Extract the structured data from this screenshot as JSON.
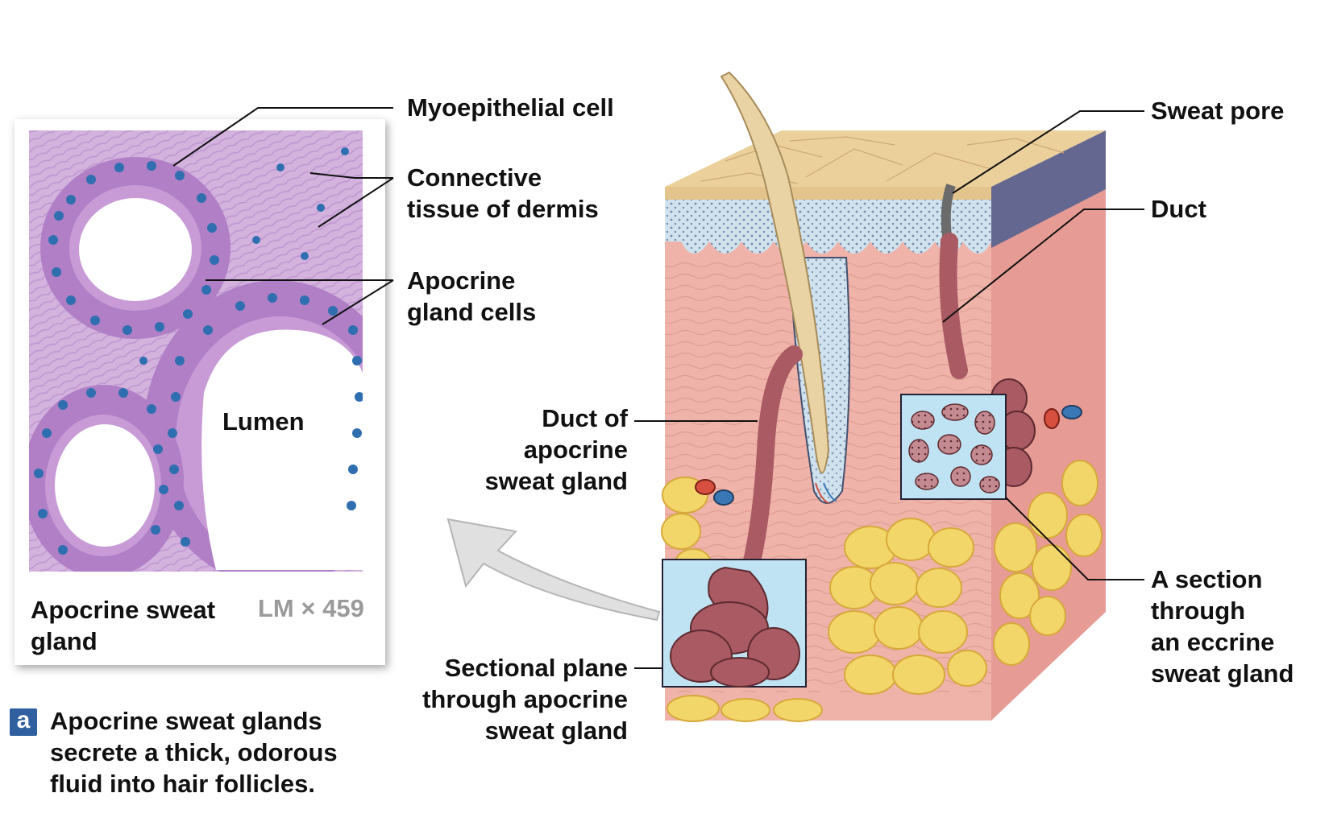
{
  "labels": {
    "myoepithelial": "Myoepithelial cell",
    "connective": [
      "Connective",
      "tissue of dermis"
    ],
    "apocrine_cells": [
      "Apocrine",
      "gland cells"
    ],
    "lumen": "Lumen",
    "photo_caption": [
      "Apocrine sweat",
      "gland"
    ],
    "magnification": "LM × 459",
    "duct_apocrine": [
      "Duct of",
      "apocrine",
      "sweat gland"
    ],
    "sectional_plane": [
      "Sectional plane",
      "through apocrine",
      "sweat gland"
    ],
    "sweat_pore": "Sweat pore",
    "duct": "Duct",
    "eccrine_section": [
      "A section",
      "through",
      "an eccrine",
      "sweat gland"
    ]
  },
  "panel": {
    "letter": "a",
    "caption": [
      "Apocrine sweat glands",
      "secrete a thick, odorous",
      "fluid into hair follicles."
    ]
  },
  "colors": {
    "dermis": "#efb3a9",
    "epidermis": "#ecd09c",
    "fat": "#f3d66a",
    "gland": "#a95a62",
    "inset_bg": "#bfe3f2",
    "tissue_stain": "#c9a0d6",
    "nuclei": "#2f6fb0",
    "badge": "#2f5f9e"
  }
}
